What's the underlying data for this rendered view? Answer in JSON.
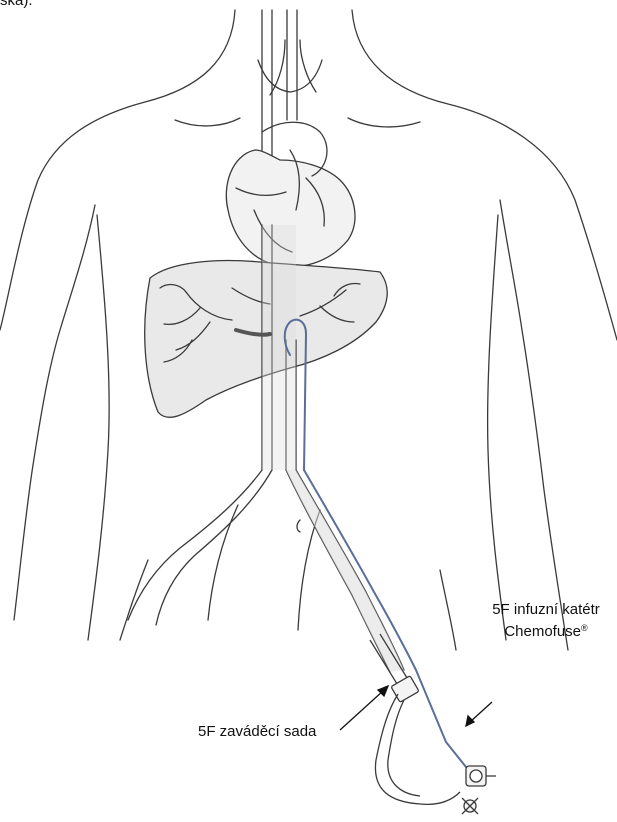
{
  "caption_fragment": "ska).",
  "labels": {
    "catheter_line1": "5F infuzní katétr",
    "catheter_line2": "Chemofuse",
    "catheter_mark": "®",
    "sheath": "5F zaváděcí sada"
  },
  "colors": {
    "outline": "#3a3a3a",
    "organ_fill": "#e9e9e9",
    "vessel_fill": "#dcdcdc",
    "catheter": "#5a6e9a",
    "dark_catheter": "#555555"
  }
}
